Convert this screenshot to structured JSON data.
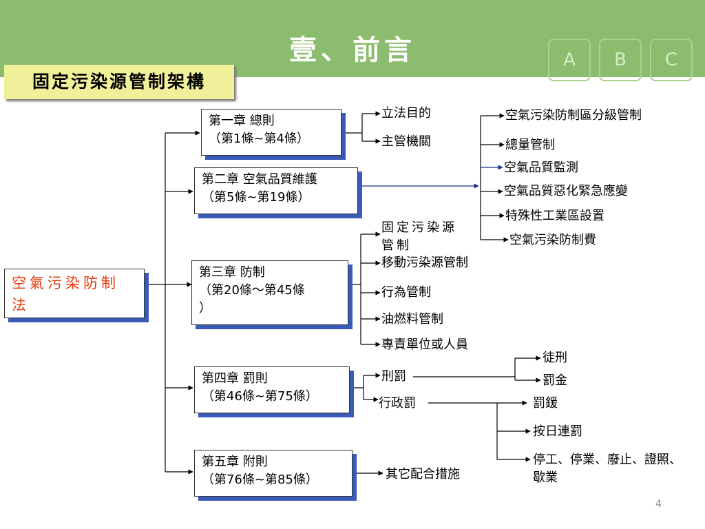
{
  "title": "壹、前言",
  "subtitle": "固定污染源管制架構",
  "badges": [
    "A",
    "B",
    "C"
  ],
  "page_number": "4",
  "root": {
    "line1": "空氣污染防制",
    "line2": "法"
  },
  "chapters": [
    {
      "line1": "第一章  總則",
      "line2": "（第1條~第4條）"
    },
    {
      "line1": "第二章  空氣品質維護",
      "line2": "（第5條~第19條）"
    },
    {
      "line1": "第三章  防制",
      "line2": "（第20條～第45條",
      "line3": "）"
    },
    {
      "line1": "第四章  罰則",
      "line2": "（第46條~第75條）"
    },
    {
      "line1": "第五章  附則",
      "line2": "（第76條~第85條）"
    }
  ],
  "ch1_items": [
    "立法目的",
    "主管機關"
  ],
  "ch2_items": [
    "空氣污染防制區分級管制",
    "總量管制",
    "空氣品質監測",
    "空氣品質惡化緊急應變",
    "特殊性工業區設置",
    "空氣污染防制費"
  ],
  "ch3_items": [
    "固定污染源管制",
    "移動污染源管制",
    "行為管制",
    "油燃料管制",
    "專責單位或人員"
  ],
  "ch4_items": [
    "刑罰",
    "行政罰"
  ],
  "penal_items": [
    "徒刑",
    "罰金"
  ],
  "admin_items": [
    "罰鍰",
    "按日連罰",
    "停工、停業、廢止、證照、歇業"
  ],
  "ch5_items": [
    "其它配合措施"
  ]
}
